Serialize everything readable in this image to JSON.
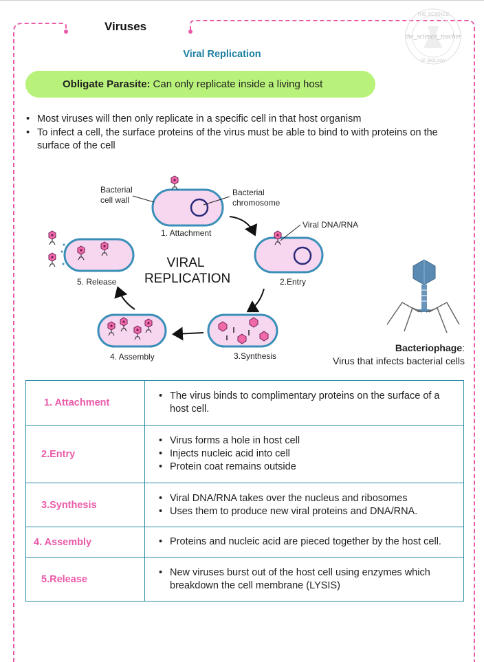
{
  "header": {
    "title": "Viruses",
    "subtitle": "Viral Replication",
    "watermark": "the_science_teacher",
    "watermark_top": "THE SCIENCE",
    "watermark_bottom": "OF BIOLOGY"
  },
  "definition": {
    "term": "Obligate Parasite:",
    "text": "Can only replicate inside a living host"
  },
  "bullets": [
    "Most viruses will then only replicate in a specific cell in that host organism",
    "To infect a cell, the surface proteins of the virus must be able to bind to with proteins on the surface of the cell"
  ],
  "diagram": {
    "title_line1": "VIRAL",
    "title_line2": "REPLICATION",
    "label_cell_wall_1": "Bacterial",
    "label_cell_wall_2": "cell wall",
    "label_chromosome_1": "Bacterial",
    "label_chromosome_2": "chromosome",
    "label_dna": "Viral DNA/RNA",
    "stage_attachment": "1. Attachment",
    "stage_entry": "2.Entry",
    "stage_synthesis": "3.Synthesis",
    "stage_assembly": "4. Assembly",
    "stage_release": "5. Release",
    "phage_term": "Bacteriophage",
    "phage_colon": ":",
    "phage_text": "Virus that infects bacterial cells"
  },
  "steps": [
    {
      "name": "1. Attachment",
      "items": [
        "The virus binds to complimentary proteins on the surface of a host cell."
      ]
    },
    {
      "name": "2.Entry",
      "items": [
        "Virus forms a hole in host cell",
        "Injects nucleic acid into cell",
        "Protein coat remains outside"
      ]
    },
    {
      "name": "3.Synthesis",
      "items": [
        "Viral DNA/RNA takes over the nucleus and ribosomes",
        "Uses them to produce new viral proteins and DNA/RNA."
      ]
    },
    {
      "name": "4. Assembly",
      "items": [
        "Proteins and nucleic acid are pieced together by the host cell."
      ]
    },
    {
      "name": "5.Release",
      "items": [
        "New viruses burst out of the host cell using enzymes which breakdown the cell membrane (LYSIS)"
      ]
    }
  ],
  "colors": {
    "accent_pink": "#ea5aa8",
    "teal": "#1a7fa0",
    "pill_green": "#b9f27a",
    "cell_fill": "#f7d6f0",
    "cell_border": "#3a8fb8",
    "phage_blue": "#5a8ab2"
  }
}
